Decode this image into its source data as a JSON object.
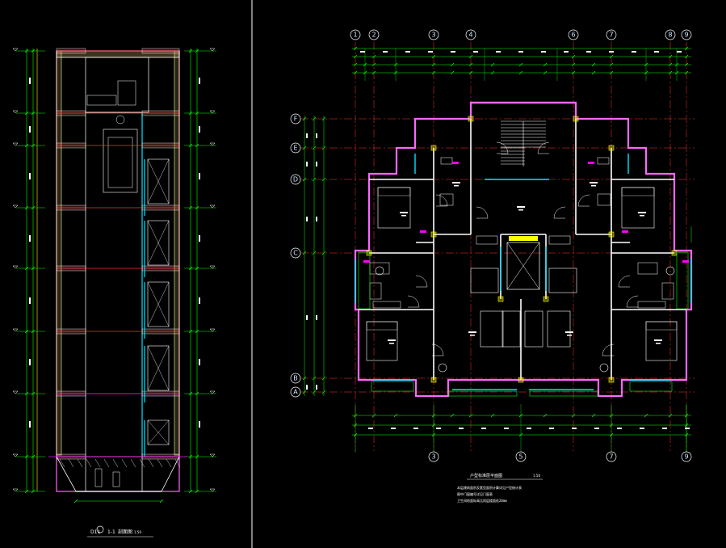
{
  "colors": {
    "background": "#000000",
    "wall": "#ff66ff",
    "wall_fill": "#ff88ff",
    "structure": "#ffffff",
    "dimension": "#00ff00",
    "grid_axis": "#ff3030",
    "window": "#00e5ff",
    "yellow": "#ffff00",
    "magenta": "#ff00ff",
    "divider": "#ffffff"
  },
  "section_drawing": {
    "title_code": "D11",
    "title_name": "1-1",
    "title_suffix": "剖面图",
    "scale": "1:50"
  },
  "plan_drawing": {
    "title": "户型标准层平面图",
    "scale": "1:50",
    "col_axes": [
      "1",
      "2",
      "3",
      "4",
      "6",
      "7",
      "8",
      "9"
    ],
    "bottom_axes": [
      "3",
      "5",
      "7",
      "9"
    ],
    "row_axes": [
      "F",
      "E",
      "D",
      "C",
      "B",
      "A"
    ],
    "notes": [
      "本层建筑面积及套型面积计算详见户型统计表",
      "图中门窗编号详见门窗表",
      "卫生间地面标高比同层楼面低20mm"
    ]
  },
  "icons": [
    "axis-bubble-icon",
    "door-swing-icon",
    "stair-icon",
    "elevator-shaft-icon",
    "section-mark-icon"
  ]
}
